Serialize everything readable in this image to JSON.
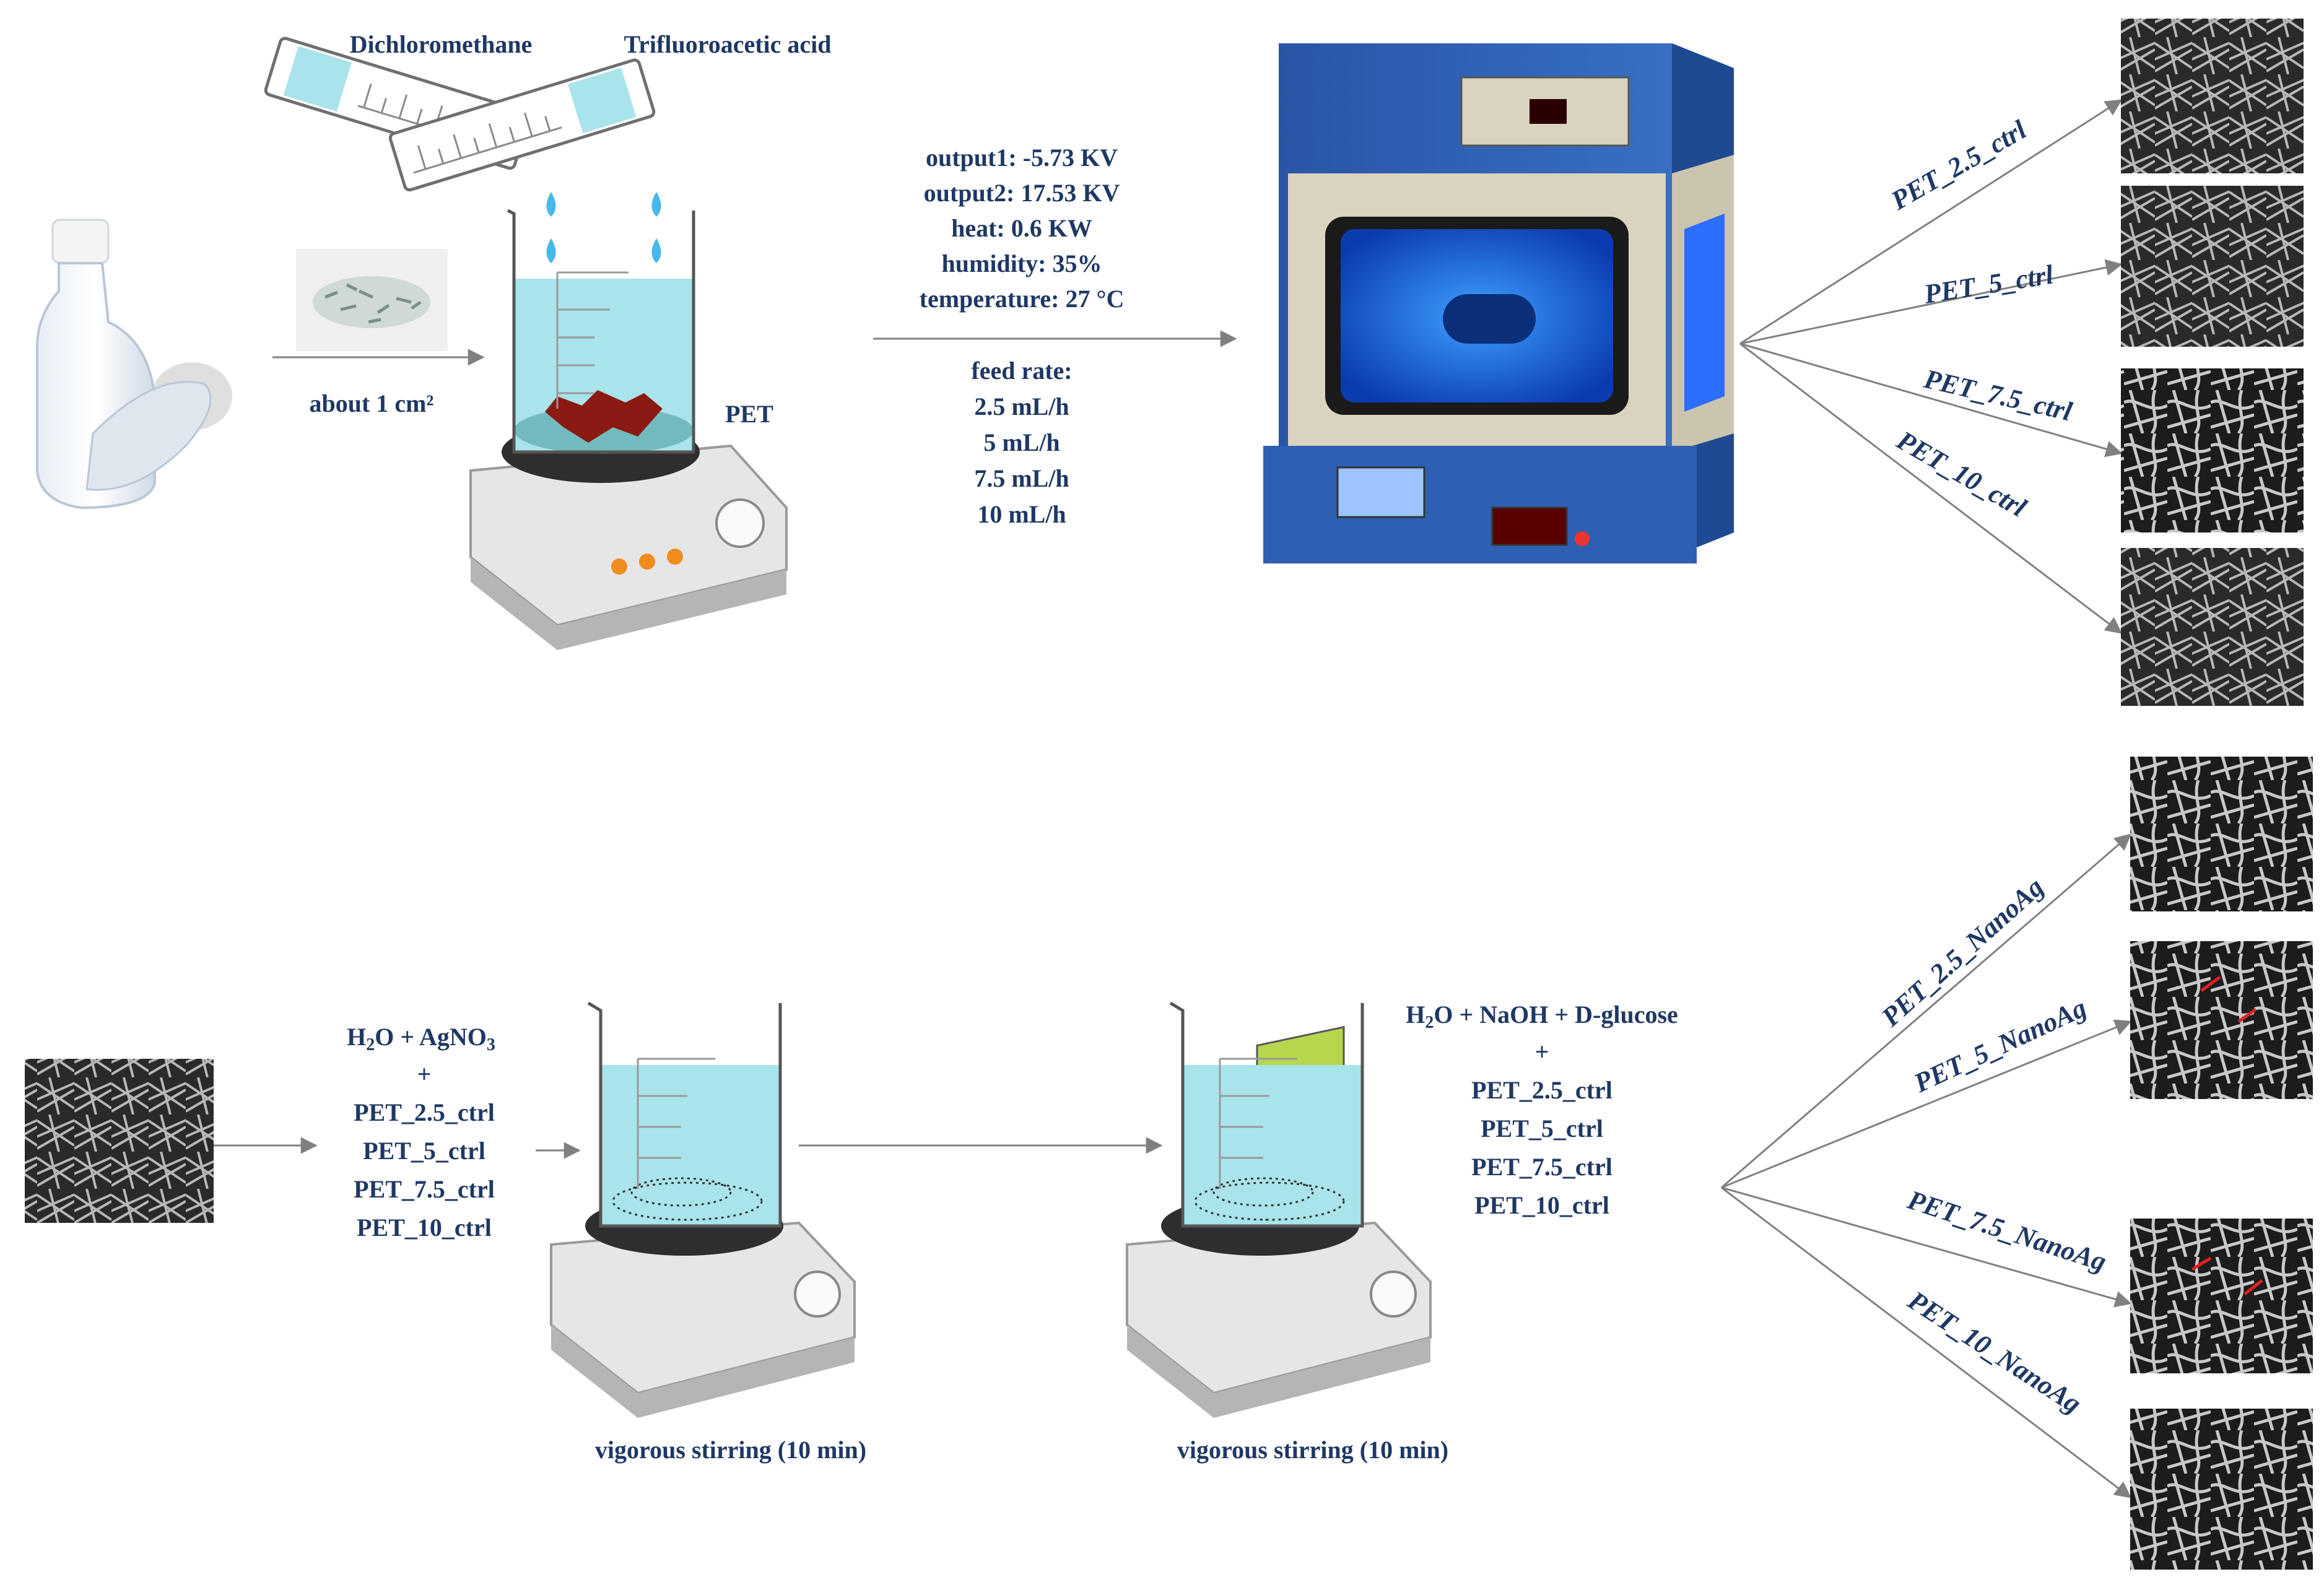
{
  "solvents": {
    "left": "Dichloromethane",
    "right": "Trifluoroacetic acid"
  },
  "pet_pieces_label": "about 1 cm²",
  "pet_label": "PET",
  "electrospinning": {
    "params": [
      "output1: -5.73 KV",
      "output2: 17.53 KV",
      "heat: 0.6 KW",
      "humidity: 35%",
      "temperature: 27 °C"
    ],
    "feed_rate_title": "feed rate:",
    "feed_rates": [
      "2.5 mL/h",
      "5 mL/h",
      "7.5 mL/h",
      "10 mL/h"
    ]
  },
  "ctrl_outputs": [
    "PET_2.5_ctrl",
    "PET_5_ctrl",
    "PET_7.5_ctrl",
    "PET_10_ctrl"
  ],
  "step1": {
    "reagents_main": "H",
    "reagents_sub": "2",
    "reagents_rest": "O + AgNO",
    "reagents_sub2": "3",
    "plus": "+",
    "samples": [
      "PET_2.5_ctrl",
      "PET_5_ctrl",
      "PET_7.5_ctrl",
      "PET_10_ctrl"
    ],
    "stirring": "vigorous stirring (10 min)"
  },
  "step2": {
    "reagents_main": "H",
    "reagents_sub": "2",
    "reagents_rest": "O + NaOH + D-glucose",
    "plus": "+",
    "samples": [
      "PET_2.5_ctrl",
      "PET_5_ctrl",
      "PET_7.5_ctrl",
      "PET_10_ctrl"
    ],
    "stirring": "vigorous stirring (10 min)"
  },
  "nanoag_outputs": [
    "PET_2.5_NanoAg",
    "PET_5_NanoAg",
    "PET_7.5_NanoAg",
    "PET_10_NanoAg"
  ],
  "colors": {
    "text": "#1f3864",
    "arrow": "#808080",
    "liquid": "#a8e4ea",
    "machine_blue": "#2e5fb0",
    "sample_red": "#8b1a12"
  }
}
